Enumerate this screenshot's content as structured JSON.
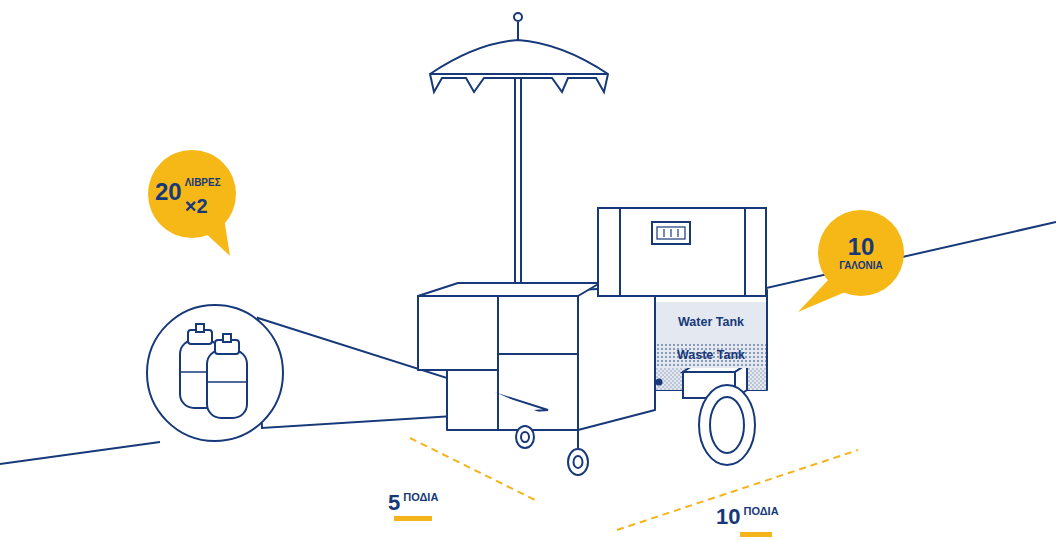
{
  "diagram": {
    "nodes": [
      {
        "text": [
          "20",
          "ΛΙΒΡΕΣ",
          "×2"
        ]
      },
      {
        "text": [
          "10",
          "ΓΑΛΟΝΙΑ"
        ]
      },
      {
        "text": [
          "Water Tank"
        ]
      },
      {
        "text": [
          "Waste Tank"
        ]
      }
    ],
    "labels": [
      "5",
      "ΠΟΔΙΑ",
      "10",
      "ΠΟΔΙΑ"
    ]
  }
}
